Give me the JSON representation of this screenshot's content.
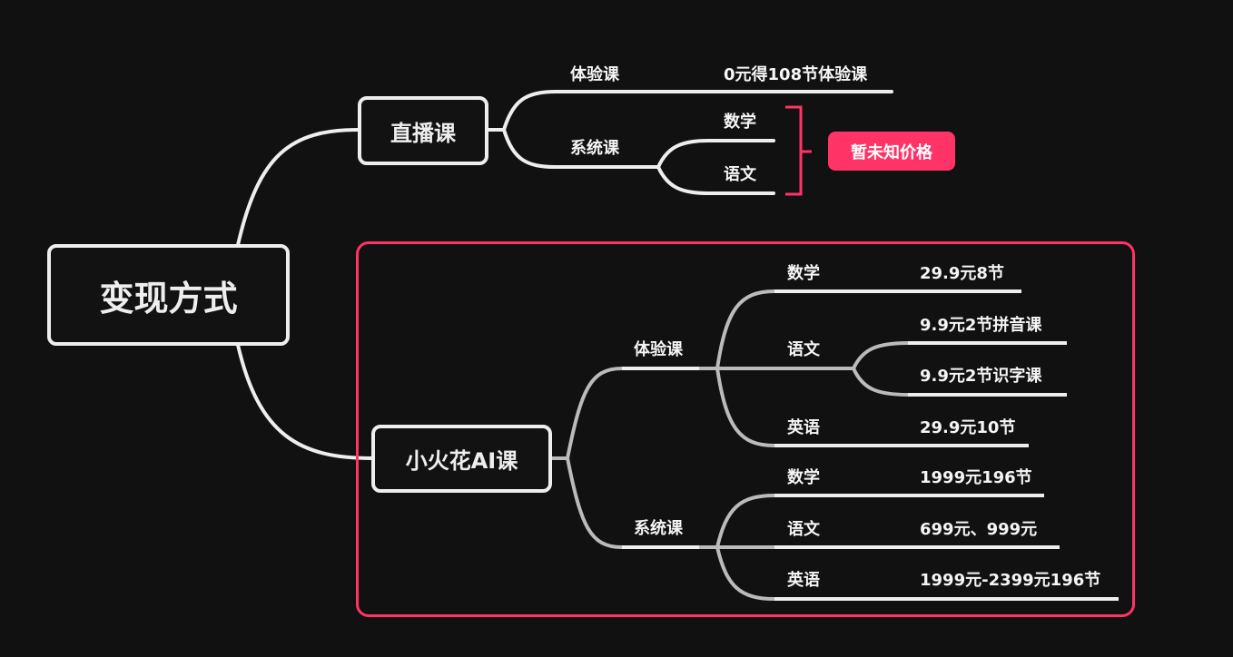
{
  "root": "变现方式",
  "live": {
    "title": "直播课",
    "trial": {
      "label": "体验课",
      "detail": "0元得108节体验课"
    },
    "system": {
      "label": "系统课",
      "subjects": [
        "数学",
        "语文"
      ]
    },
    "badge": "暂未知价格"
  },
  "ai": {
    "title": "小火花AI课",
    "trial": {
      "label": "体验课",
      "math": {
        "label": "数学",
        "detail": "29.9元8节"
      },
      "chinese": {
        "label": "语文",
        "details": [
          "9.9元2节拼音课",
          "9.9元2节识字课"
        ]
      },
      "english": {
        "label": "英语",
        "detail": "29.9元10节"
      }
    },
    "system": {
      "label": "系统课",
      "math": {
        "label": "数学",
        "detail": "1999元196节"
      },
      "chinese": {
        "label": "语文",
        "detail": "699元、999元"
      },
      "english": {
        "label": "英语",
        "detail": "1999元-2399元196节"
      }
    }
  },
  "colors": {
    "accent": "#ff3366",
    "line_light": "#eeeeee",
    "line_grey": "#bbbbbb",
    "background": "#111111"
  }
}
